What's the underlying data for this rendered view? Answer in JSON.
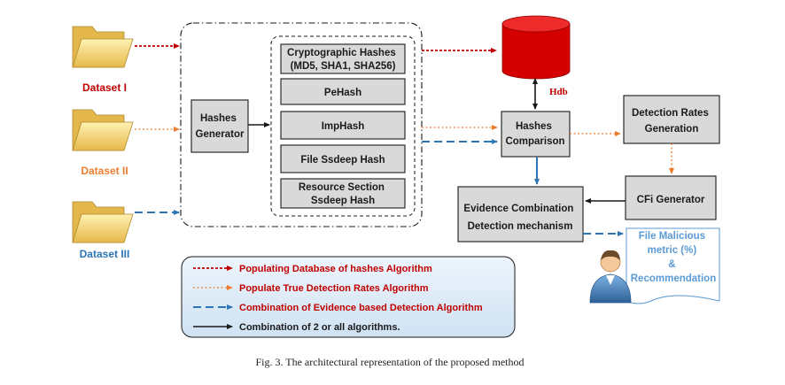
{
  "datasets": [
    "Dataset I",
    "Dataset II",
    "Dataset III"
  ],
  "colors": {
    "dataset_1": "#c00000",
    "dataset_2": "#ed7d31",
    "dataset_3": "#2e75b6",
    "black": "#1a1a1a",
    "hdb": "#c00000"
  },
  "nodes": {
    "hashes_generator": [
      "Hashes",
      "Generator"
    ],
    "crypto": [
      "Cryptographic Hashes",
      "(MD5, SHA1, SHA256)"
    ],
    "pehash": "PeHash",
    "imphash": "ImpHash",
    "ssdeep": "File Ssdeep Hash",
    "resource": [
      "Resource Section",
      "Ssdeep Hash"
    ],
    "hdb": "Hdb",
    "comparison": [
      "Hashes",
      "Comparison"
    ],
    "detection_rates": [
      "Detection Rates",
      "Generation"
    ],
    "cfi": "CFi Generator",
    "evidence": [
      "Evidence Combination",
      "Detection mechanism"
    ],
    "malicious": [
      "File Malicious",
      "metric (%)",
      "&",
      "Recommendation"
    ]
  },
  "icons": {
    "folder": "folder-icon",
    "database": "database-icon",
    "user": "user-icon"
  },
  "legend": [
    "Populating Database of hashes Algorithm",
    "Populate True Detection Rates Algorithm",
    "Combination of Evidence based Detection Algorithm",
    "Combination of 2 or all algorithms."
  ],
  "caption": "Fig. 3. The architectural representation of the proposed method"
}
